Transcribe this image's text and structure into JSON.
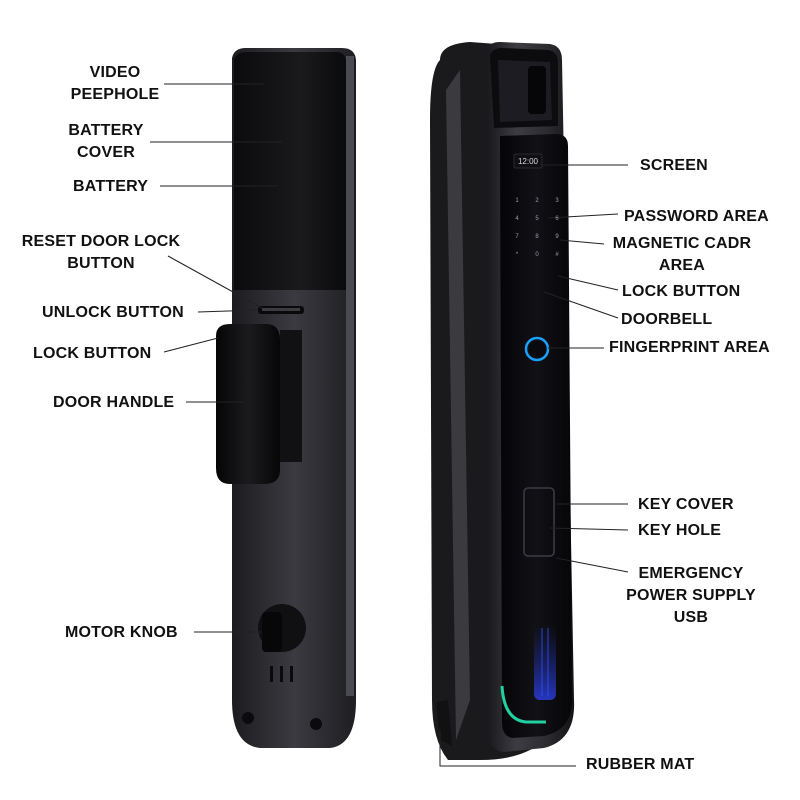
{
  "colors": {
    "lock_body": "#2a2a2e",
    "lock_dark": "#0e0e10",
    "accent_blue": "#1aa0ff",
    "accent_green": "#20d0a0",
    "leader": "#222222"
  },
  "labels": {
    "video_peephole": "VIDEO PEEPHOLE",
    "battery_cover": "BATTERY COVER",
    "battery": "BATTERY",
    "reset_door_lock_button": "RESET DOOR LOCK BUTTON",
    "unlock_button": "UNLOCK BUTTON",
    "lock_button_left": "LOCK BUTTON",
    "door_handle": "DOOR HANDLE",
    "motor_knob": "MOTOR KNOB",
    "screen": "SCREEN",
    "password_area": "PASSWORD AREA",
    "magnetic_card_area": "MAGNETIC CADR AREA",
    "lock_button_right": "LOCK BUTTON",
    "doorbell": "DOORBELL",
    "fingerprint_area": "FINGERPRINT AREA",
    "key_cover": "KEY COVER",
    "key_hole": "KEY HOLE",
    "emergency_power_usb": "EMERGENCY POWER SUPPLY USB",
    "rubber_mat": "RUBBER MAT"
  },
  "screen_time": "12:00",
  "keypad_digits": [
    "1",
    "2",
    "3",
    "4",
    "5",
    "6",
    "7",
    "8",
    "9",
    "*",
    "0",
    "#"
  ]
}
